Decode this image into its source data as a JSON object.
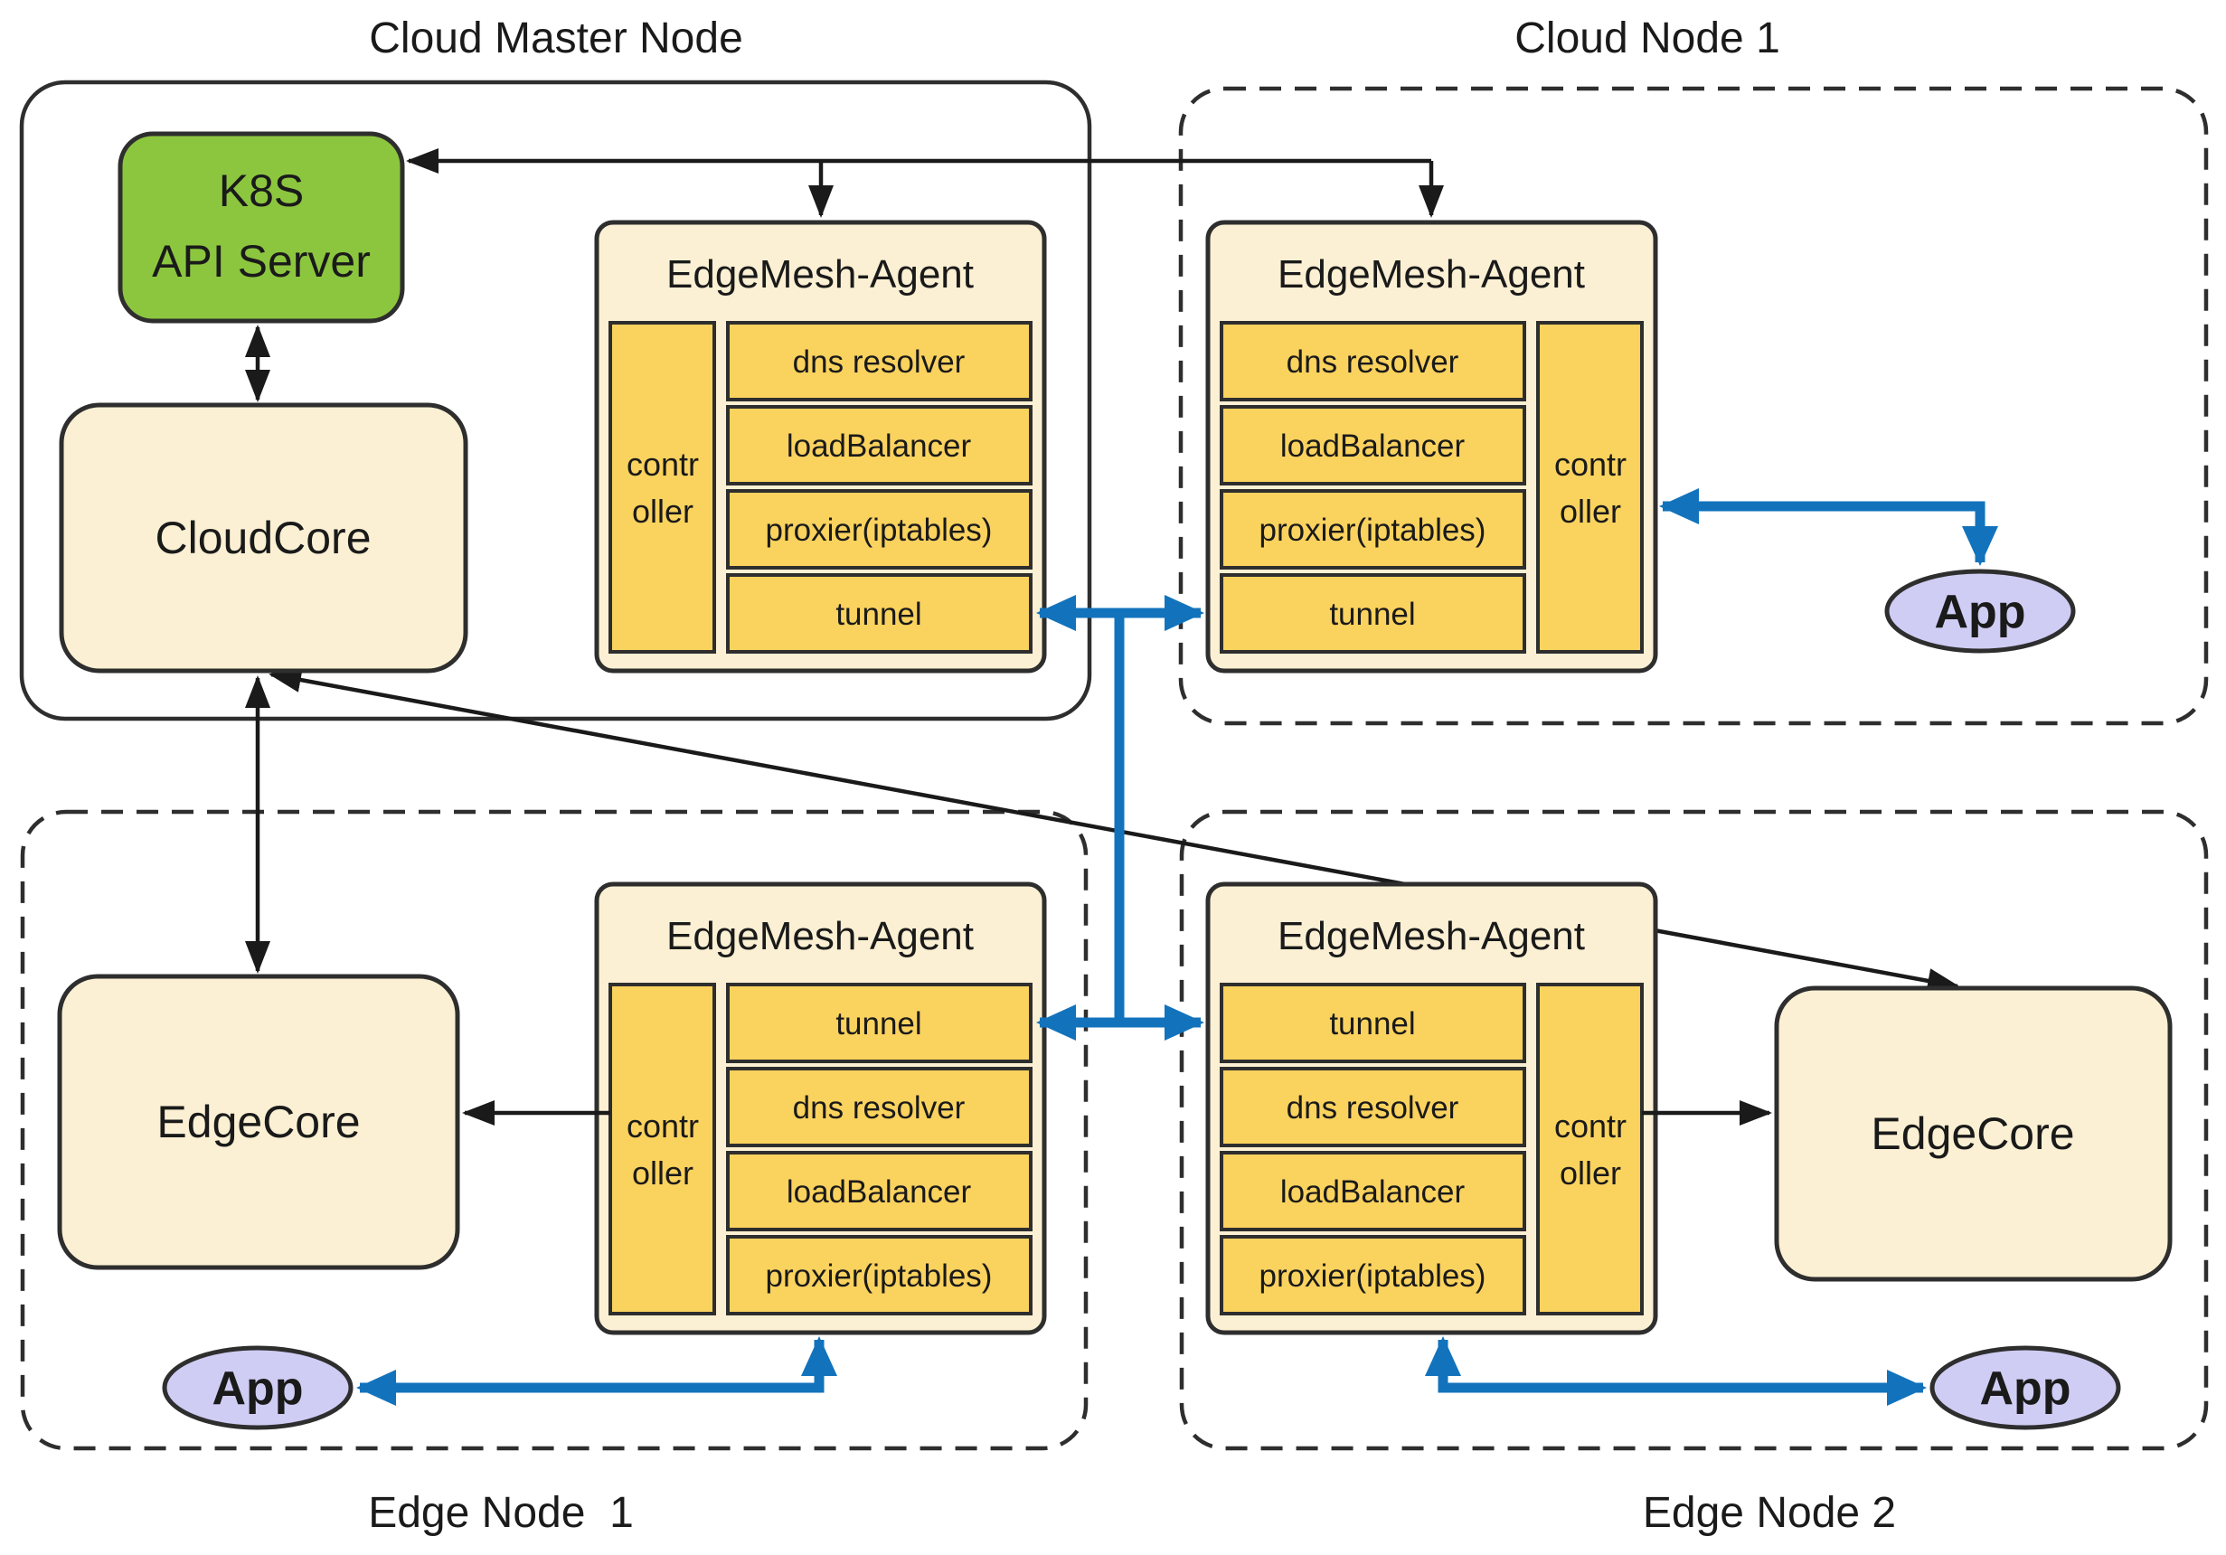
{
  "diagram": {
    "nodes": {
      "cloud_master": {
        "label": "Cloud Master Node"
      },
      "cloud_node_1": {
        "label": "Cloud Node 1"
      },
      "edge_node_1": {
        "label": "Edge Node  1"
      },
      "edge_node_2": {
        "label": "Edge Node 2"
      }
    },
    "components": {
      "k8s": {
        "line1": "K8S",
        "line2": "API Server"
      },
      "cloudcore": {
        "label": "CloudCore"
      },
      "edgecore_1": {
        "label": "EdgeCore"
      },
      "edgecore_2": {
        "label": "EdgeCore"
      }
    },
    "agents": {
      "cloud_master": {
        "title": "EdgeMesh-Agent",
        "controller": [
          "contr",
          "oller"
        ],
        "rows": [
          "dns resolver",
          "loadBalancer",
          "proxier(iptables)",
          "tunnel"
        ]
      },
      "cloud_node_1": {
        "title": "EdgeMesh-Agent",
        "controller": [
          "contr",
          "oller"
        ],
        "rows": [
          "dns resolver",
          "loadBalancer",
          "proxier(iptables)",
          "tunnel"
        ]
      },
      "edge_node_1": {
        "title": "EdgeMesh-Agent",
        "controller": [
          "contr",
          "oller"
        ],
        "rows": [
          "tunnel",
          "dns resolver",
          "loadBalancer",
          "proxier(iptables)"
        ]
      },
      "edge_node_2": {
        "title": "EdgeMesh-Agent",
        "controller": [
          "contr",
          "oller"
        ],
        "rows": [
          "tunnel",
          "dns resolver",
          "loadBalancer",
          "proxier(iptables)"
        ]
      }
    },
    "apps": {
      "cloud_node_1": "App",
      "edge_node_1": "App",
      "edge_node_2": "App"
    },
    "colors": {
      "green": "#8CC63F",
      "cream": "#FBF0D3",
      "yellow": "#FAD25E",
      "purple": "#CFCDF4",
      "blue": "#1273BC",
      "line": "#1A1A1A",
      "border": "#2E2E2E"
    }
  }
}
